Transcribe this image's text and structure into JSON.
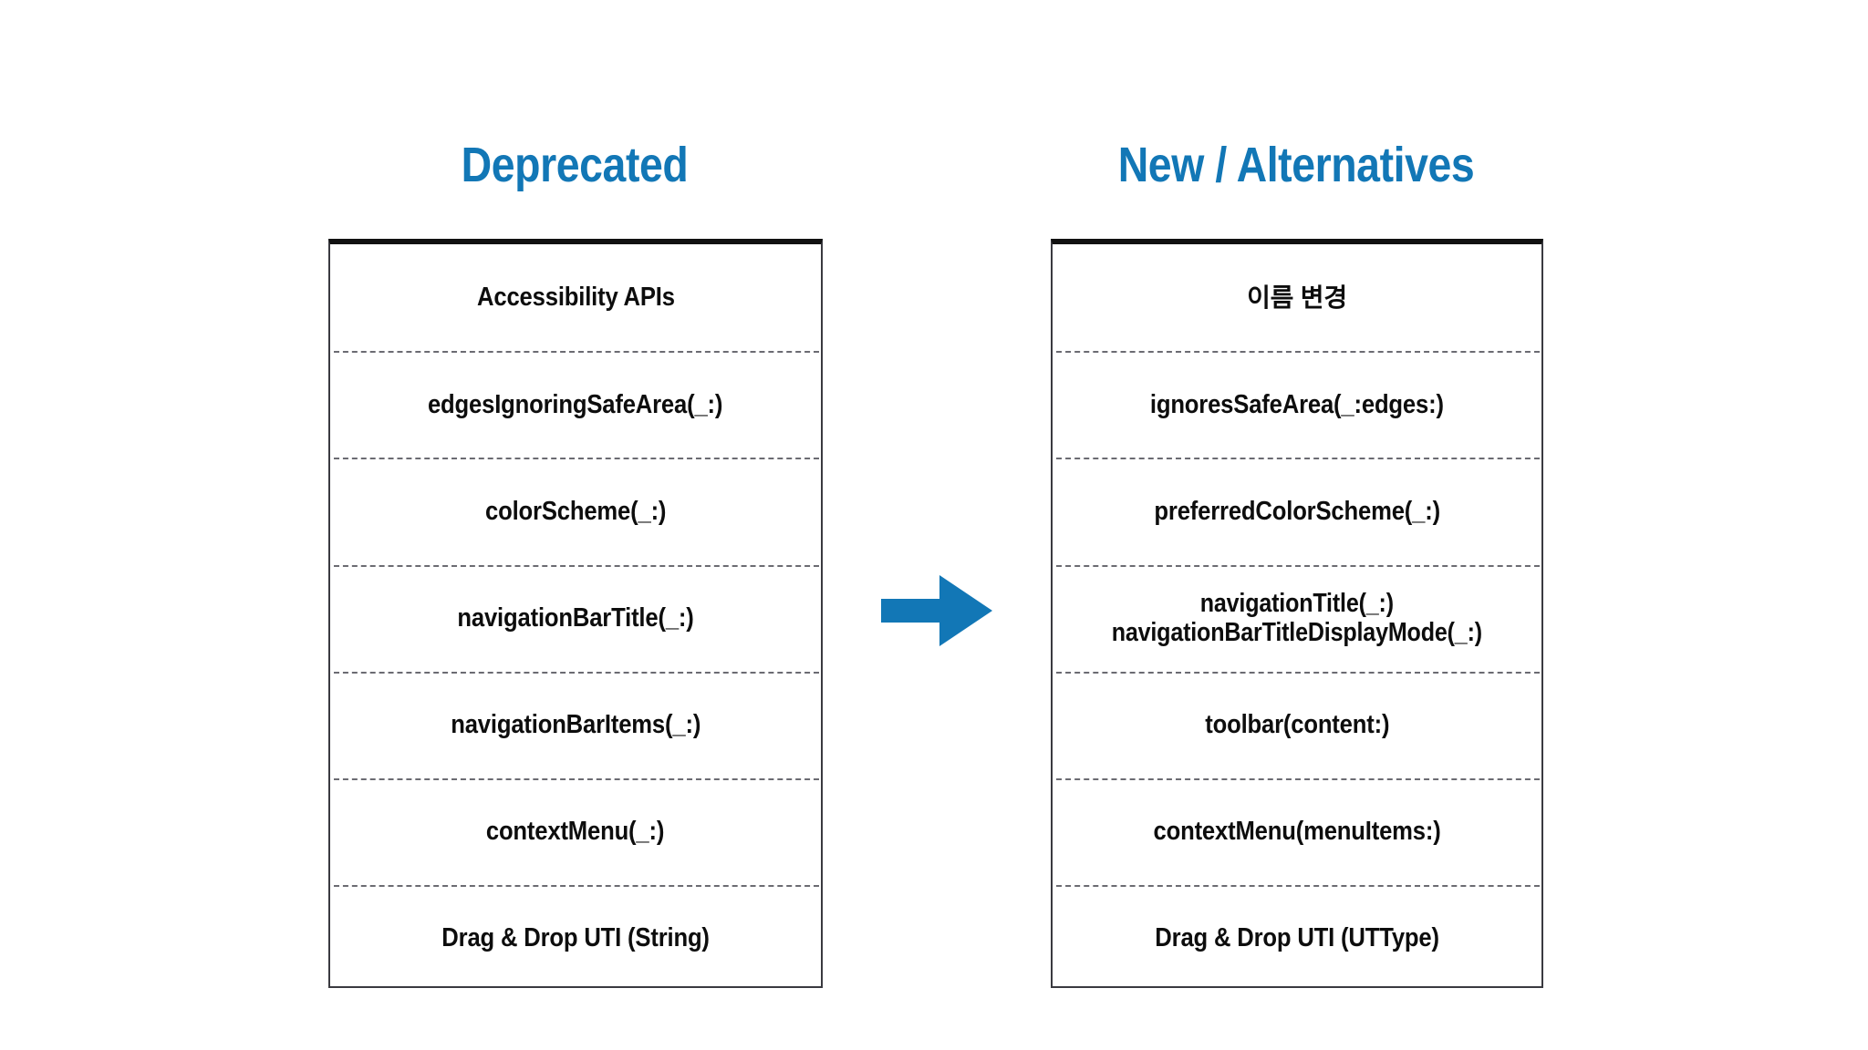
{
  "slide": {
    "background_color": "#ffffff",
    "accent_color": "#1277B6",
    "text_color": "#0d0d0d",
    "border_color": "#3a3a40"
  },
  "columns": {
    "left": {
      "title": "Deprecated",
      "rows": [
        {
          "label": "Accessibility APIs",
          "style": "header"
        },
        {
          "label": "edgesIgnoringSafeArea(_:)",
          "style": "api"
        },
        {
          "label": "colorScheme(_:)",
          "style": "api"
        },
        {
          "label": "navigationBarTitle(_:)",
          "style": "api"
        },
        {
          "label": "navigationBarItems(_:)",
          "style": "api"
        },
        {
          "label": "contextMenu(_:)",
          "style": "api"
        },
        {
          "label": "Drag & Drop UTI (String)",
          "style": "api"
        }
      ]
    },
    "right": {
      "title": "New / Alternatives",
      "rows": [
        {
          "label": "이름 변경",
          "style": "header"
        },
        {
          "label": "ignoresSafeArea(_:edges:)",
          "style": "api"
        },
        {
          "label": "preferredColorScheme(_:)",
          "style": "api"
        },
        {
          "label": "navigationTitle(_:)\nnavigationBarTitleDisplayMode(_:)",
          "style": "api-two-line"
        },
        {
          "label": "toolbar(content:)",
          "style": "api"
        },
        {
          "label": "contextMenu(menuItems:)",
          "style": "api"
        },
        {
          "label": "Drag & Drop UTI (UTType)",
          "style": "api"
        }
      ]
    }
  },
  "arrow": {
    "icon": "arrow-right-icon",
    "color": "#1277B6",
    "direction": "right"
  }
}
